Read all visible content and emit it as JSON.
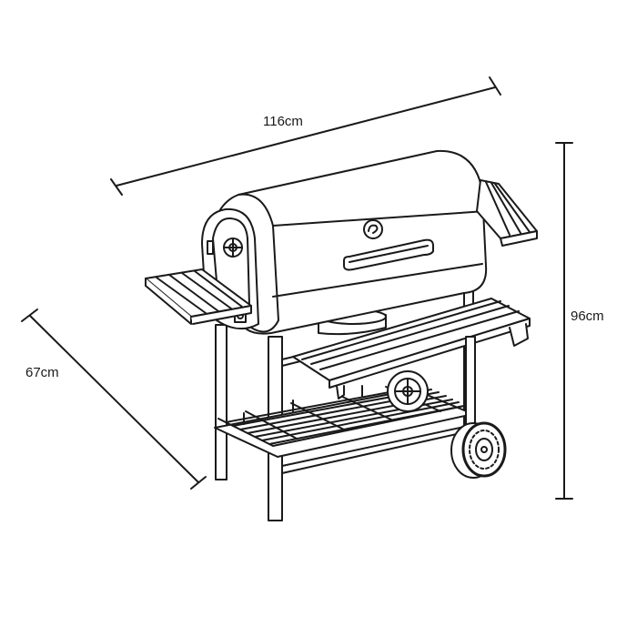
{
  "dimensions": {
    "width": "116cm",
    "depth": "67cm",
    "height": "96cm"
  },
  "colors": {
    "line": "#1a1a1a",
    "fill": "#ffffff",
    "shade": "#e6e6e6"
  }
}
